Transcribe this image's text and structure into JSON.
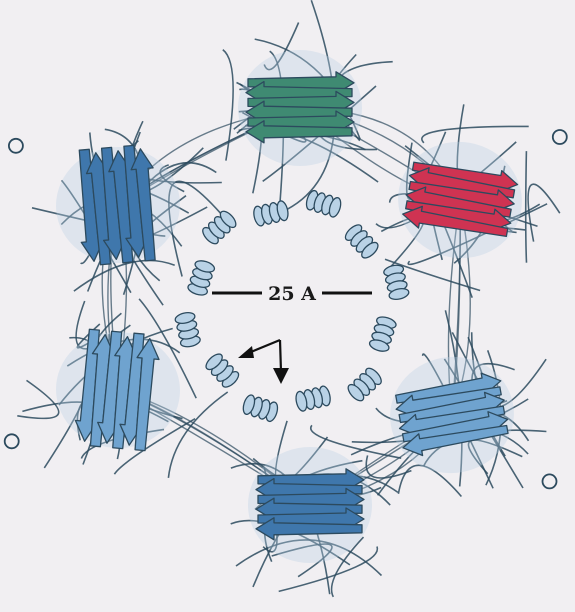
{
  "figure": {
    "scale_bar_label": "25 A",
    "subunit_count": 6,
    "colors": {
      "background": "#f1eff2",
      "backbone": "#2c4a5e",
      "green_subunit": "#3f8a72",
      "red_subunit": "#cf3352",
      "blue_subunit": "#6fa3cf",
      "dark_blue_subunit": "#3f77ac",
      "helix": "#b9d2e6",
      "arrow": "#111111"
    },
    "subunits": [
      {
        "name": "top",
        "color": "green"
      },
      {
        "name": "upper-right",
        "color": "red"
      },
      {
        "name": "lower-right",
        "color": "blue"
      },
      {
        "name": "bottom",
        "color": "dark_blue"
      },
      {
        "name": "lower-left",
        "color": "blue"
      },
      {
        "name": "upper-left",
        "color": "dark_blue"
      }
    ]
  }
}
